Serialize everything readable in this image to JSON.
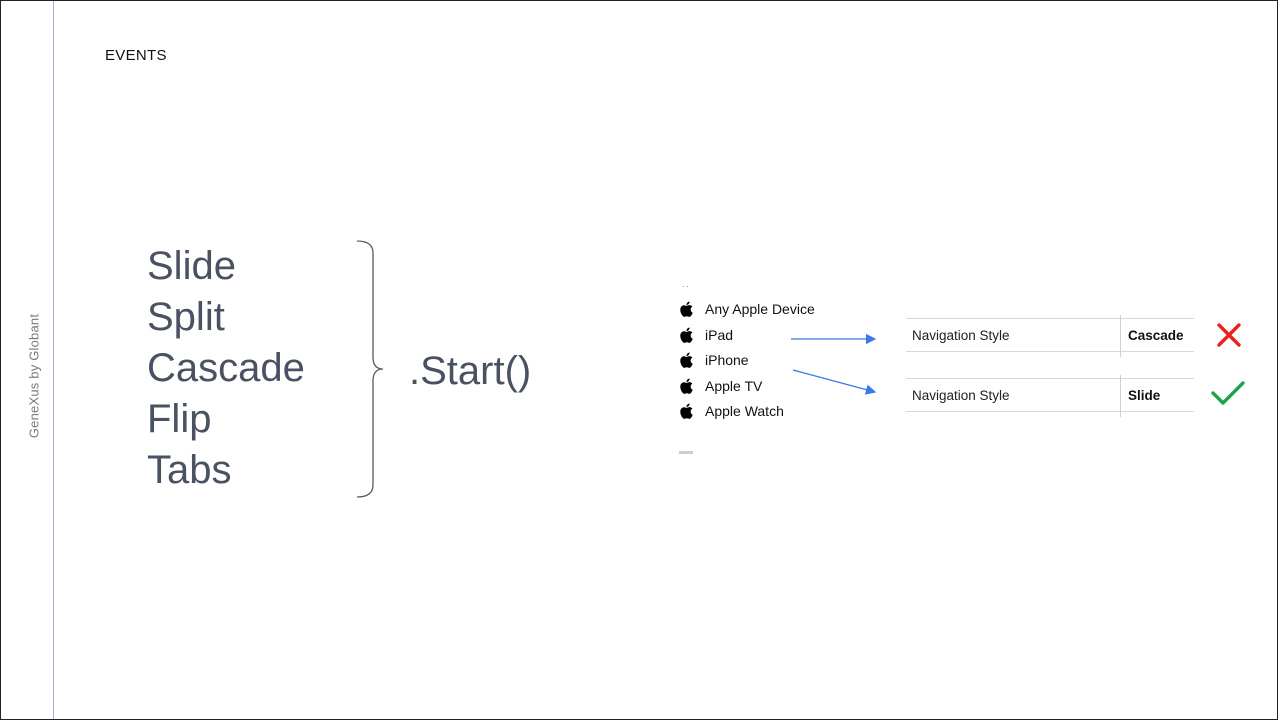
{
  "sidebar": {
    "brand": "GeneXus by Globant"
  },
  "header": {
    "title": "EVENTS"
  },
  "main": {
    "navigation_styles": [
      "Slide",
      "Split",
      "Cascade",
      "Flip",
      "Tabs"
    ],
    "method": ".Start()"
  },
  "devices": {
    "items": [
      "Any Apple Device",
      "iPad",
      "iPhone",
      "Apple TV",
      "Apple Watch"
    ]
  },
  "properties": {
    "rows": [
      {
        "name": "Navigation Style",
        "value": "Cascade",
        "status": "incorrect",
        "status_icon": "cross-icon",
        "status_color": "#e8231b"
      },
      {
        "name": "Navigation Style",
        "value": "Slide",
        "status": "correct",
        "status_icon": "check-icon",
        "status_color": "#1fa34a"
      }
    ]
  },
  "colors": {
    "arrow": "#3b78e7",
    "text_large": "#4a5163",
    "accent_rule": "#9fb3d9"
  }
}
